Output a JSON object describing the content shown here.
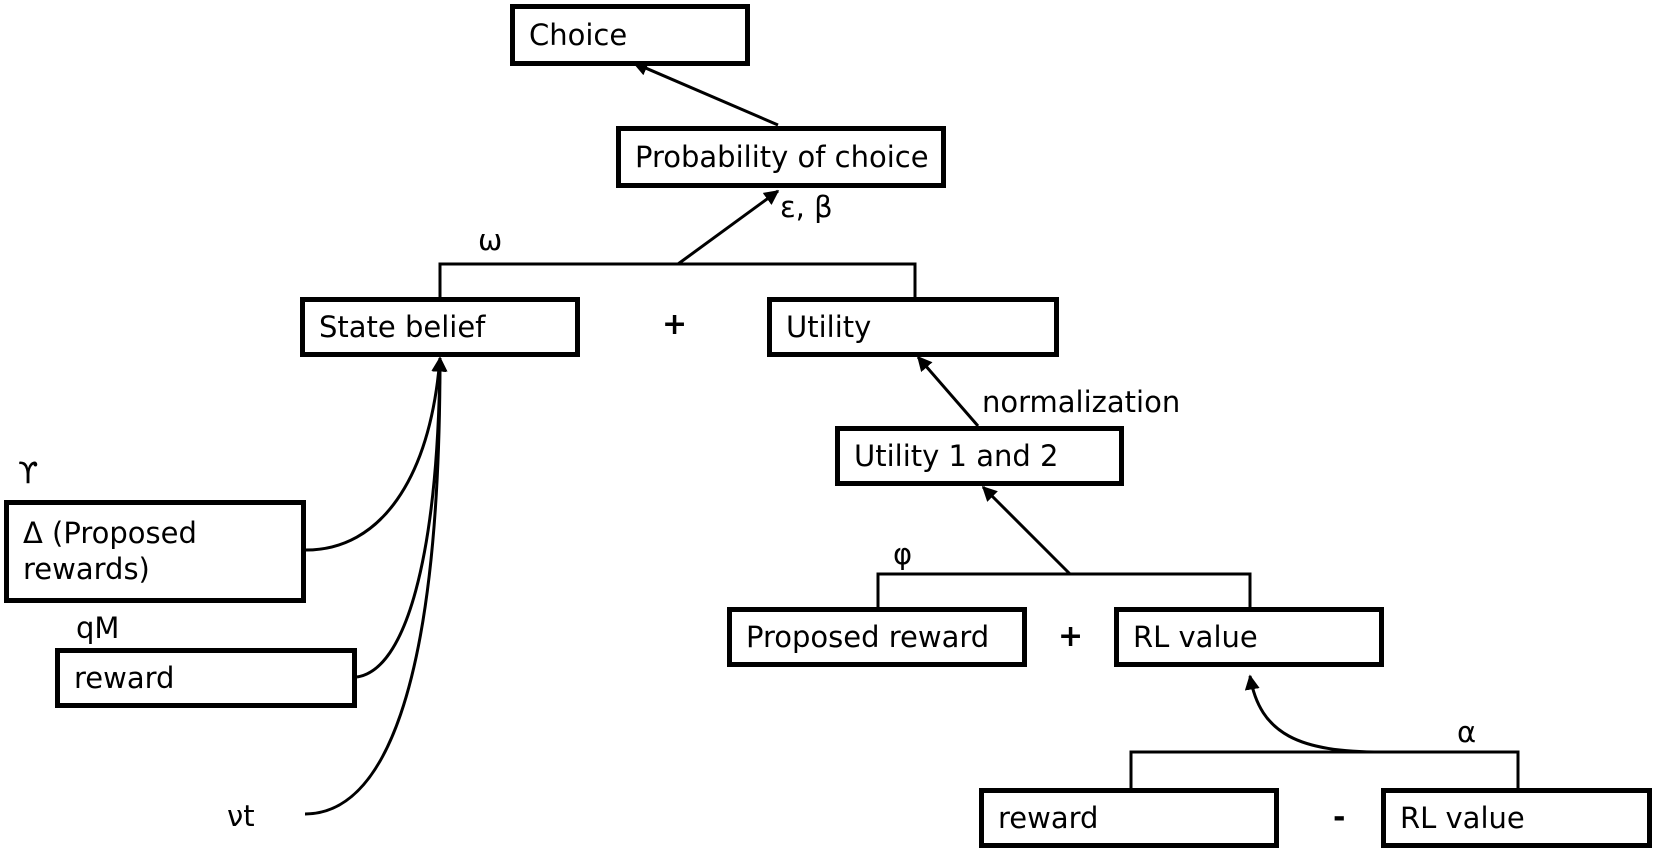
{
  "nodes": {
    "choice": "Choice",
    "probability": "Probability of choice",
    "state_belief": "State belief",
    "utility": "Utility",
    "utility12": "Utility 1 and 2",
    "delta": "Δ (Proposed rewards)",
    "reward_left": "reward",
    "proposed_reward": "Proposed reward",
    "rl_value": "RL value",
    "reward_bottom": "reward",
    "rl_value_bottom": "RL value"
  },
  "params": {
    "eps_beta": "ε, β",
    "omega": "ω",
    "normalization": "normalization",
    "upsilon": "ϒ",
    "qm": "qM",
    "nu_t": "νt",
    "phi": "φ",
    "alpha": "α"
  },
  "operators": {
    "plus_top": "+",
    "plus_mid": "+",
    "minus_bottom": "-"
  }
}
